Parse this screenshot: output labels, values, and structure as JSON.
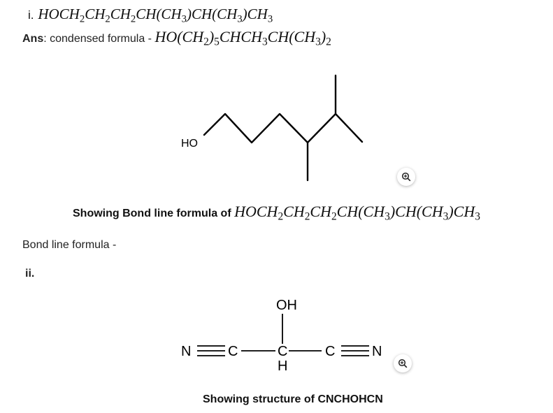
{
  "q1": {
    "label": "i.",
    "formula": [
      "HOCH",
      "2",
      "CH",
      "2",
      "CH",
      "2",
      "CH(CH",
      "3",
      ")CH(CH",
      "3",
      ")CH",
      "3"
    ]
  },
  "answer": {
    "label": "Ans",
    "text": ": condensed formula - ",
    "formula": [
      "HO(CH",
      "2",
      ")",
      "5",
      "CHCH",
      "3",
      "CH(CH",
      "3",
      ")",
      "2"
    ]
  },
  "figure1": {
    "atom_label": "HO",
    "caption_text": "Showing Bond line formula of ",
    "caption_formula": [
      "HOCH",
      "2",
      "CH",
      "2",
      "CH",
      "2",
      "CH(CH",
      "3",
      ")CH(CH",
      "3",
      ")CH",
      "3"
    ]
  },
  "bond_line_label": "Bond line formula -",
  "q2": {
    "label": "ii."
  },
  "figure2": {
    "labels": {
      "oh": "OH",
      "n": "N",
      "c_left": "C",
      "c_mid": "C",
      "c_right": "C",
      "h": "H",
      "n_right": "N"
    },
    "caption": "Showing structure of CNCHOHCN"
  },
  "icons": {
    "zoom1": "zoom-in-icon",
    "zoom2": "zoom-in-icon"
  }
}
